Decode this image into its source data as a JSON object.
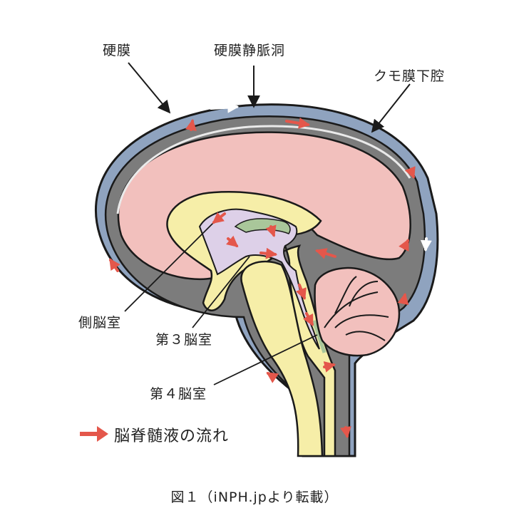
{
  "labels": {
    "dura": "硬膜",
    "sinus": "硬膜静脈洞",
    "subarachnoid": "クモ膜下腔",
    "lateral_ventricle": "側脳室",
    "third_ventricle": "第３脳室",
    "fourth_ventricle": "第４脳室"
  },
  "legend": {
    "text": "脳脊髄液の流れ"
  },
  "caption": "図１（iNPH.jpより転載）",
  "colors": {
    "dura": "#8fa3bf",
    "csf_space": "#7c7c7c",
    "cerebrum": "#f2c0bd",
    "brainstem": "#f6eea8",
    "ventricle": "#ddd0e8",
    "choroid": "#a9c79a",
    "flow_arrow": "#e4574b",
    "outline": "#1a1a1a"
  }
}
